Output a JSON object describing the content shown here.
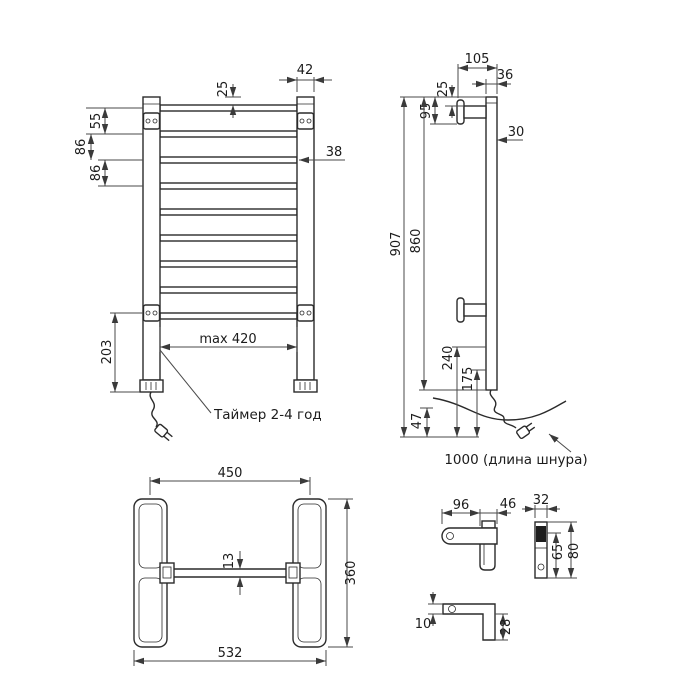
{
  "style": {
    "ink": "#2a2a2a",
    "dim_line": "#4a4a4a",
    "background": "#ffffff"
  },
  "drawing": {
    "front": {
      "dim_post_width": "42",
      "dim_top_offset": "25",
      "dim_gap_1": "55",
      "dim_gap_2": "86",
      "dim_gap_3": "86",
      "dim_tube": "38",
      "dim_span": "max 420",
      "dim_bottom": "203",
      "timer_label": "Таймер 2-4 год"
    },
    "side": {
      "dim_depth": "105",
      "dim_top": "25",
      "dim_post": "36",
      "dim_bracket": "95",
      "dim_tube_depth": "30",
      "dim_total_height": "907",
      "dim_rail_height": "860",
      "dim_lower_bracket": "240",
      "dim_cord_exit": "175",
      "dim_base": "47",
      "cord_label": "1000 (длина шнура)"
    },
    "plan": {
      "dim_centers": "450",
      "dim_bar": "13",
      "dim_depth": "360",
      "dim_width": "532"
    },
    "details": {
      "dim_arm": "96",
      "dim_plate": "46",
      "dim_width": "32",
      "dim_inner_height": "65",
      "dim_height": "80",
      "dim_step": "10",
      "dim_leg": "28"
    }
  }
}
